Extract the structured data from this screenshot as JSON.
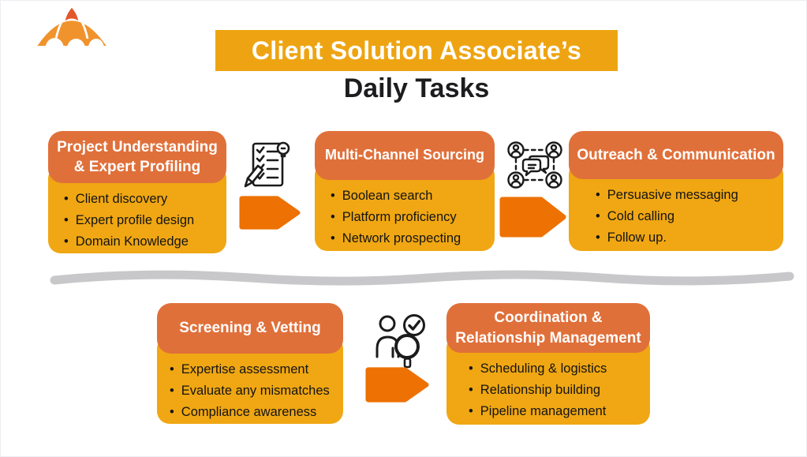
{
  "slide": {
    "banner_title": "Client Solution Associate’s",
    "subtitle": "Daily Tasks"
  },
  "colors": {
    "banner_bg": "#EEA412",
    "card_header_bg": "#E0703A",
    "card_body_bg": "#F0A713",
    "arrow_orange": "#ED7103",
    "divider_gray": "#C8C8CA",
    "logo_orange": "#F0932D",
    "logo_dark_orange": "#E2582A",
    "banner_text": "#FFFFFF",
    "subtitle_text": "#1D1D1F"
  },
  "cards": [
    {
      "title": "Project Understanding\n& Expert Profiling",
      "bullets": [
        "Client discovery",
        "Expert profile design",
        "Domain Knowledge"
      ]
    },
    {
      "title": "Multi-Channel Sourcing",
      "bullets": [
        "Boolean search",
        "Platform proficiency",
        "Network prospecting"
      ]
    },
    {
      "title": "Outreach & Communication",
      "bullets": [
        "Persuasive messaging",
        "Cold calling",
        "Follow up."
      ]
    },
    {
      "title": "Screening & Vetting",
      "bullets": [
        "Expertise assessment",
        "Evaluate any mismatches",
        "Compliance awareness"
      ]
    },
    {
      "title": "Coordination &\nRelationship Management",
      "bullets": [
        "Scheduling & logistics",
        "Relationship building",
        "Pipeline management"
      ]
    }
  ],
  "icons": {
    "logo": "dome-logo",
    "step1": "checklist-pencil-icon",
    "step2": "people-discussion-icon",
    "step4": "candidate-screening-icon",
    "connectors": "right-arrow"
  }
}
